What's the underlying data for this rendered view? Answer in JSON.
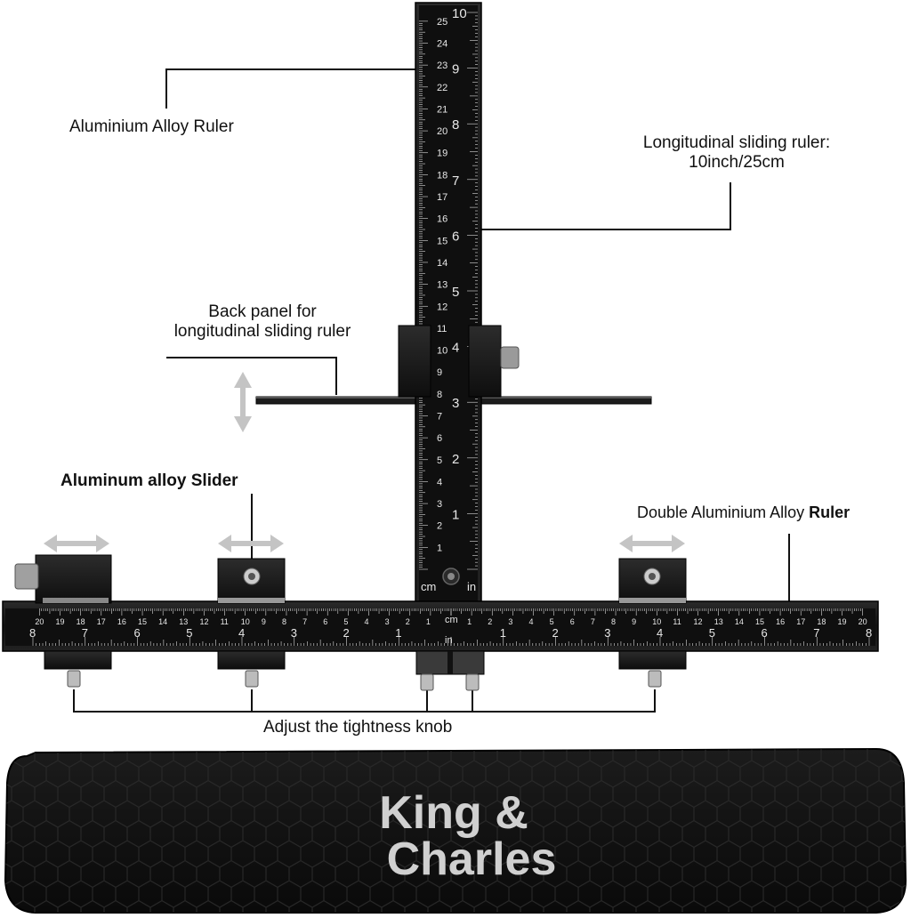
{
  "labels": {
    "aluminium_ruler": "Aluminium Alloy Ruler",
    "longitudinal_ruler_line1": "Longitudinal sliding ruler:",
    "longitudinal_ruler_line2": "10inch/25cm",
    "back_panel_line1": "Back panel for",
    "back_panel_line2": "longitudinal sliding ruler",
    "slider": "Aluminum alloy Slider",
    "double_ruler_a": "Double  Aluminium Alloy ",
    "double_ruler_b": "Ruler",
    "knob": "Adjust the tightness knob"
  },
  "vertical_ruler": {
    "inch_marks": [
      "1",
      "2",
      "3",
      "4",
      "5",
      "6",
      "7",
      "8",
      "9",
      "10"
    ],
    "cm_marks": [
      "1",
      "2",
      "3",
      "4",
      "5",
      "6",
      "7",
      "8",
      "9",
      "10",
      "11",
      "12",
      "13",
      "14",
      "15",
      "16",
      "17",
      "18",
      "19",
      "20",
      "21",
      "22",
      "23",
      "24",
      "25"
    ],
    "unit_cm": "cm",
    "unit_in": "in"
  },
  "horizontal_ruler": {
    "cm_marks": [
      "1",
      "2",
      "3",
      "4",
      "5",
      "6",
      "7",
      "8",
      "9",
      "10",
      "11",
      "12",
      "13",
      "14",
      "15",
      "16",
      "17",
      "18",
      "19",
      "20"
    ],
    "inch_marks": [
      "1",
      "2",
      "3",
      "4",
      "5",
      "6",
      "7",
      "8"
    ],
    "unit_cm": "cm",
    "unit_in": "in"
  },
  "bag": {
    "brand_line1": "King &",
    "brand_line2": "Charles"
  },
  "colors": {
    "metal_black": "#151515",
    "text_light": "#e8e8e8",
    "arrow_gray": "#bdbdbd",
    "bag_black": "#141414"
  }
}
